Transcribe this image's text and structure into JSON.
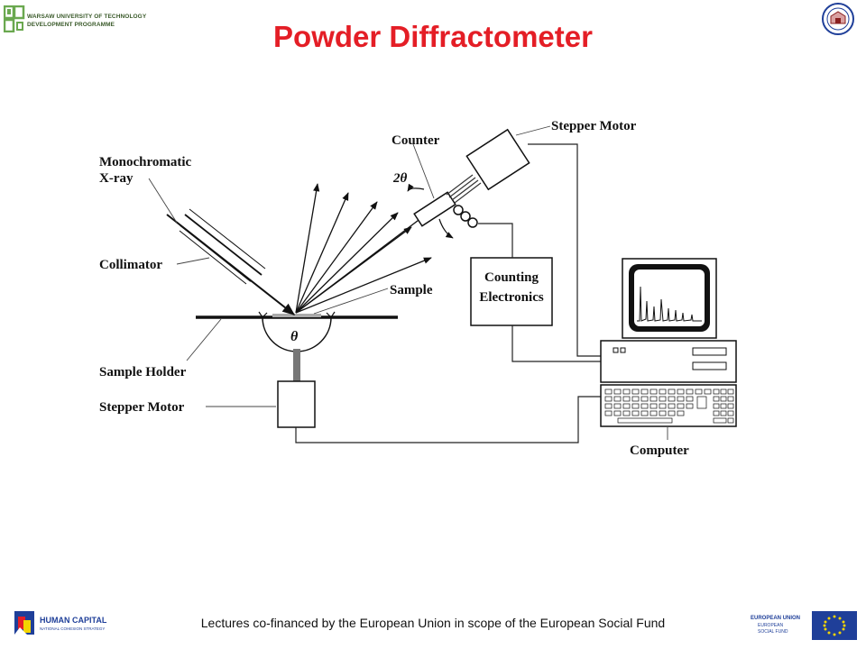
{
  "header": {
    "left_logo": {
      "icon": "wut-logo-icon",
      "line1": "WARSAW UNIVERSITY OF TECHNOLOGY",
      "line2": "DEVELOPMENT PROGRAMME"
    },
    "right_logo": {
      "icon": "university-seal-icon"
    }
  },
  "title": "Powder Diffractometer",
  "diagram": {
    "labels": {
      "monochromatic_line1": "Monochromatic",
      "monochromatic_line2": "X-ray",
      "collimator": "Collimator",
      "sample_holder": "Sample Holder",
      "stepper_motor_bottom": "Stepper Motor",
      "counter": "Counter",
      "two_theta": "2θ",
      "stepper_motor_top": "Stepper Motor",
      "sample": "Sample",
      "counting_line1": "Counting",
      "counting_line2": "Electronics",
      "theta": "θ",
      "computer": "Computer"
    }
  },
  "footer": {
    "text": "Lectures co-financed by the European Union in scope of the European Social Fund",
    "left_logo": {
      "icon": "human-capital-logo-icon",
      "line1": "HUMAN CAPITAL",
      "line2": "NATIONAL COHESION STRATEGY"
    },
    "right_logo": {
      "icon": "eu-flag-icon",
      "line1": "EUROPEAN UNION",
      "line2": "EUROPEAN",
      "line3": "SOCIAL FUND"
    }
  },
  "colors": {
    "title": "#e41e26",
    "eu_blue": "#1f3f99",
    "eu_star": "#f3d400",
    "wut_green": "#6aa84f"
  }
}
